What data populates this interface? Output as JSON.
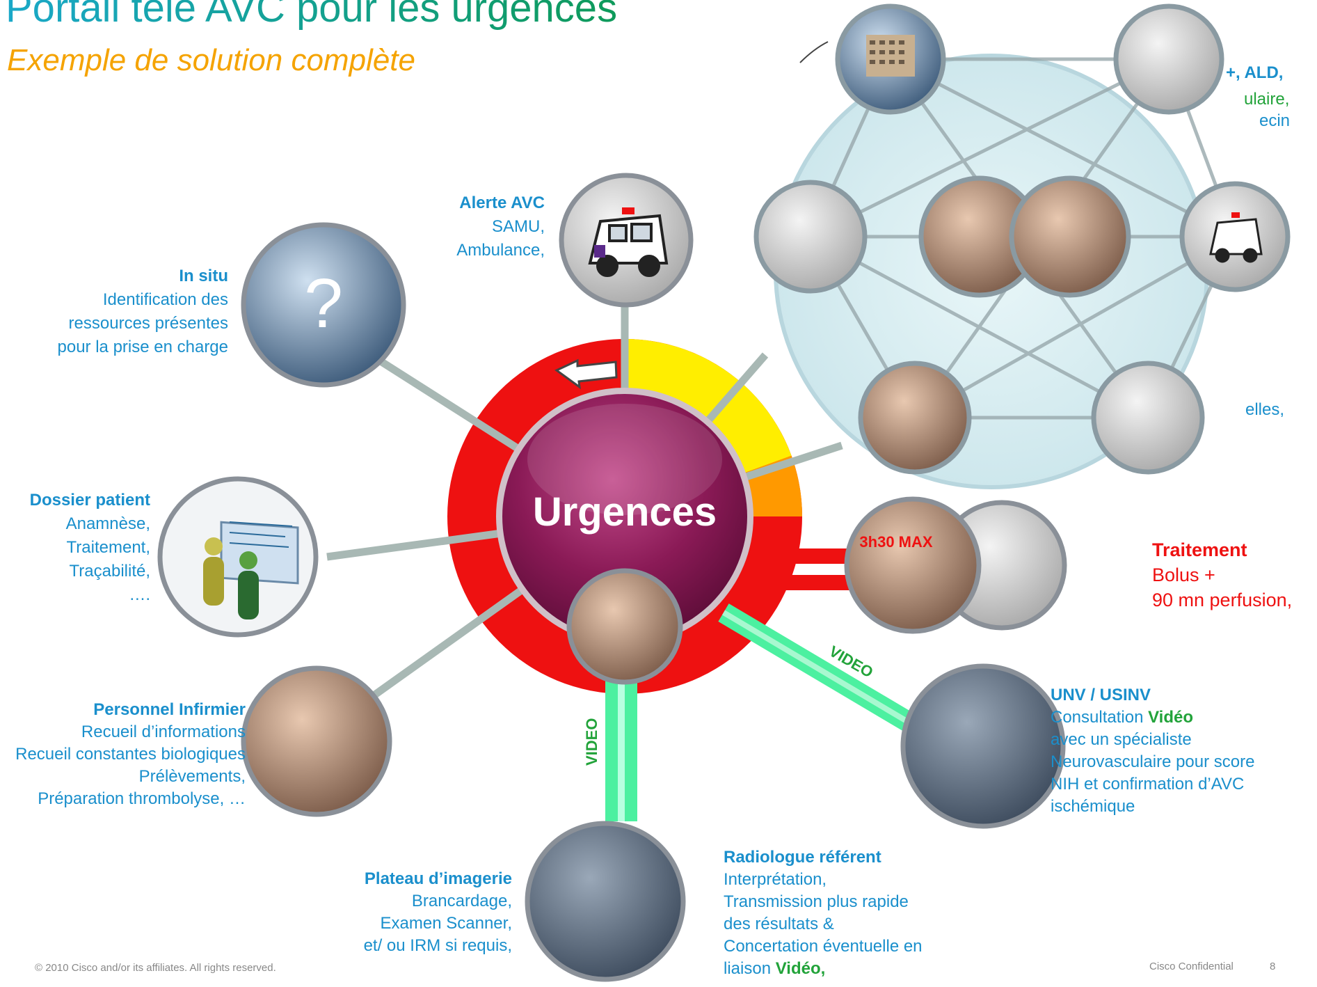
{
  "header": {
    "title": "Portail télé AVC pour les urgences",
    "subtitle": "Exemple  de solution complète"
  },
  "center": {
    "label": "Urgences",
    "badge": "3h30 MAX",
    "video_label_right": "VIDEO",
    "video_label_bottom": "VIDEO"
  },
  "nodes": {
    "in_situ": {
      "title": "In situ",
      "lines": [
        "Identification des",
        "ressources présentes",
        "pour la prise en charge"
      ],
      "icon_glyph": "?"
    },
    "alerte": {
      "title": "Alerte AVC",
      "lines": [
        "SAMU,",
        "Ambulance,"
      ]
    },
    "dossier": {
      "title": "Dossier patient",
      "lines": [
        "Anamnèse,",
        "Traitement,",
        "Traçabilité,",
        "…."
      ]
    },
    "infirmier": {
      "title": "Personnel Infirmier",
      "lines": [
        "Recueil d’informations",
        "Recueil constantes biologiques",
        "Prélèvements,",
        "Préparation  thrombolyse, …"
      ]
    },
    "imagerie": {
      "title": "Plateau d’imagerie",
      "lines": [
        "Brancardage,",
        "Examen Scanner,",
        "et/ ou IRM si requis,"
      ]
    },
    "radiologue": {
      "title": "Radiologue référent",
      "lines": [
        "Interprétation,",
        "Transmission plus rapide",
        "des résultats &",
        "Concertation éventuelle en"
      ],
      "last_prefix": "liaison ",
      "last_bold": "Vidéo,"
    },
    "unv": {
      "title": "UNV / USINV",
      "line1_prefix": "Consultation ",
      "line1_bold": "Vidéo",
      "lines": [
        "avec un spécialiste",
        "Neurovasculaire pour score",
        "NIH et confirmation d’AVC",
        "ischémique"
      ]
    },
    "traitement": {
      "title": "Traitement",
      "lines": [
        "Bolus +",
        "90 mn perfusion,"
      ]
    }
  },
  "network_partial_text": {
    "ald": "+, ALD,",
    "line2": "ulaire,",
    "line3": "ecin",
    "line4": "elles,"
  },
  "footer": {
    "copyright": "© 2010 Cisco and/or its affiliates. All rights reserved.",
    "confidential": "Cisco Confidential",
    "page": "8"
  },
  "colors": {
    "ring_red": "#ee1111",
    "ring_orange": "#ff9900",
    "ring_yellow": "#ffee00",
    "center_purple": "#8a1a56",
    "video_green": "#4cf0a0",
    "label_blue": "#1a8fcc",
    "treatment_red": "#ee1111"
  }
}
